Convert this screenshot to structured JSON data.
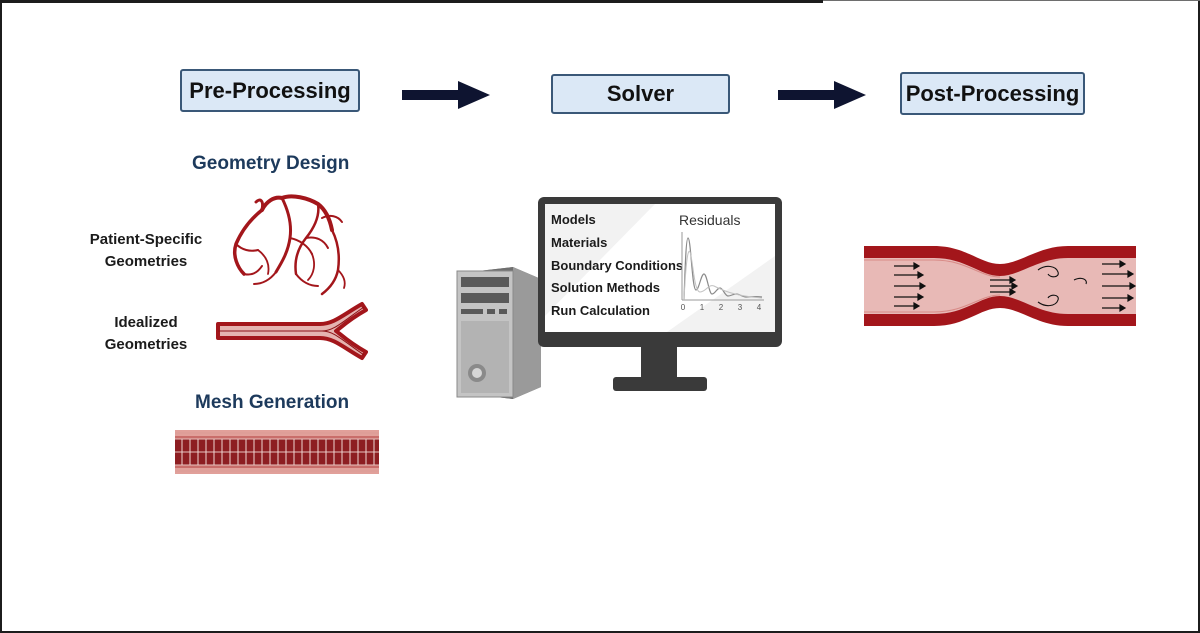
{
  "stages": {
    "pre_processing": "Pre-Processing",
    "solver": "Solver",
    "post_processing": "Post-Processing"
  },
  "pre_processing": {
    "geometry_design_heading": "Geometry Design",
    "patient_specific_line1": "Patient-Specific",
    "patient_specific_line2": "Geometries",
    "idealized_line1": "Idealized",
    "idealized_line2": "Geometries",
    "mesh_generation_heading": "Mesh Generation"
  },
  "solver": {
    "menu_items": [
      "Models",
      "Materials",
      "Boundary Conditions",
      "Solution Methods",
      "Run Calculation"
    ],
    "residuals_label": "Residuals",
    "residuals_x_ticks": [
      "0",
      "1",
      "2",
      "3",
      "4"
    ]
  },
  "colors": {
    "stage_box_fill": "#dbe8f6",
    "stage_box_border": "#3a5878",
    "arrow": "#0e1430",
    "heading_navy": "#1d3a5c",
    "vessel_red": "#a3161b",
    "vessel_lumen": "#e5b3b0"
  },
  "icons": [
    "heart-vessels-icon",
    "bifurcation-vessel-icon",
    "mesh-vessel-icon",
    "computer-tower-icon",
    "monitor-icon",
    "stenosis-flow-icon"
  ]
}
